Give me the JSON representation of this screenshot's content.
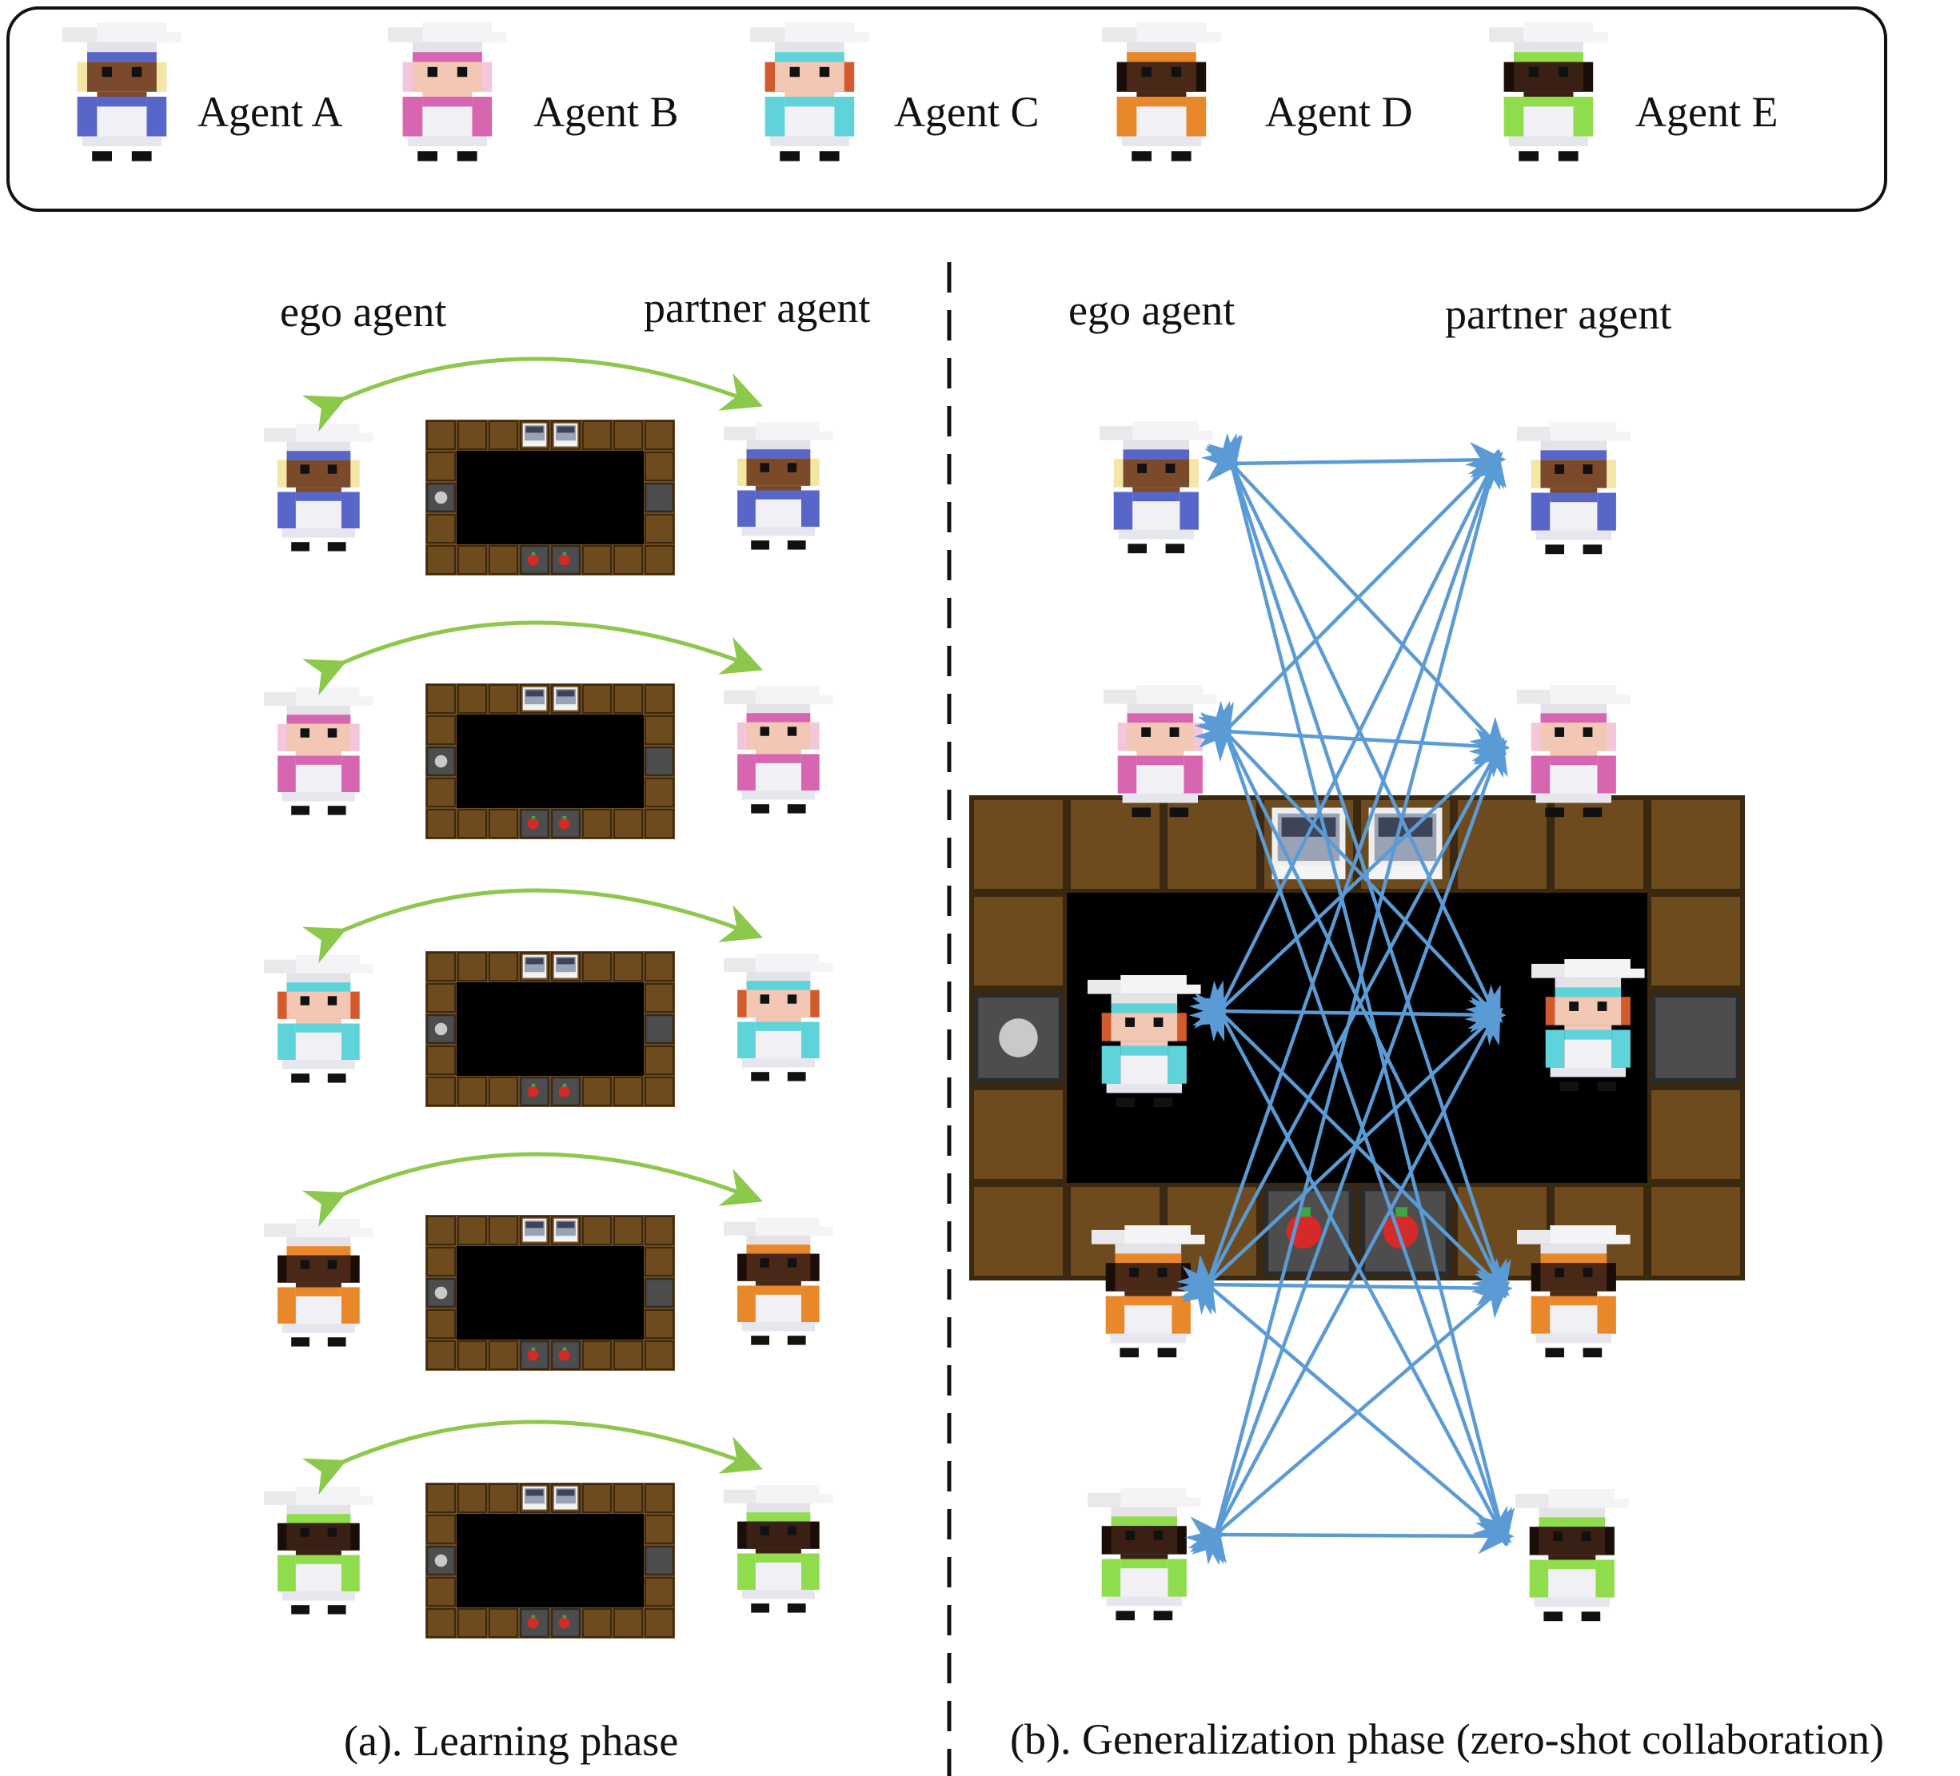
{
  "legend": {
    "agents": [
      {
        "label": "Agent A",
        "skin": "#7a4a2a",
        "hair": "#f3e6a6",
        "accent": "#5865c9"
      },
      {
        "label": "Agent B",
        "skin": "#f2c7b4",
        "hair": "#f3c6dc",
        "accent": "#d766b0"
      },
      {
        "label": "Agent C",
        "skin": "#f2c7b4",
        "hair": "#d25a2c",
        "accent": "#5fd3da"
      },
      {
        "label": "Agent D",
        "skin": "#4a2818",
        "hair": "#1a0d08",
        "accent": "#e9872b"
      },
      {
        "label": "Agent E",
        "skin": "#3a2014",
        "hair": "#1a0d08",
        "accent": "#8fdc4c"
      }
    ]
  },
  "learning": {
    "ego_label": "ego agent",
    "partner_label": "partner agent",
    "caption": "(a). Learning phase",
    "arrow_color": "#8cc84b"
  },
  "generalization": {
    "ego_label": "ego agent",
    "partner_label": "partner agent",
    "caption": "(b). Generalization phase (zero-shot collaboration)",
    "arrow_color": "#5b9bd5"
  },
  "kitchen": {
    "counter": "#6e4b1f",
    "counter_edge": "#3b2810",
    "floor": "#000000",
    "dispenser": "#4d4d4d"
  }
}
